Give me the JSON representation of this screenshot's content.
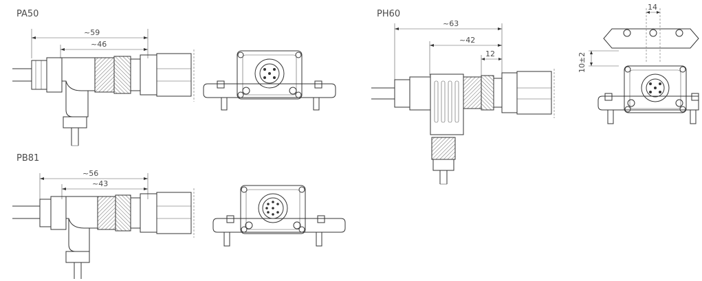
{
  "connectors": {
    "pa50": {
      "name": "PA50",
      "dim_a": "~59",
      "dim_b": "~46"
    },
    "pb81": {
      "name": "PB81",
      "dim_a": "~56",
      "dim_b": "~43"
    },
    "ph60": {
      "name": "PH60",
      "dim_a": "~63",
      "dim_b": "~42",
      "dim_c": "12",
      "dim_d": "14",
      "dim_e": "10±2"
    }
  }
}
